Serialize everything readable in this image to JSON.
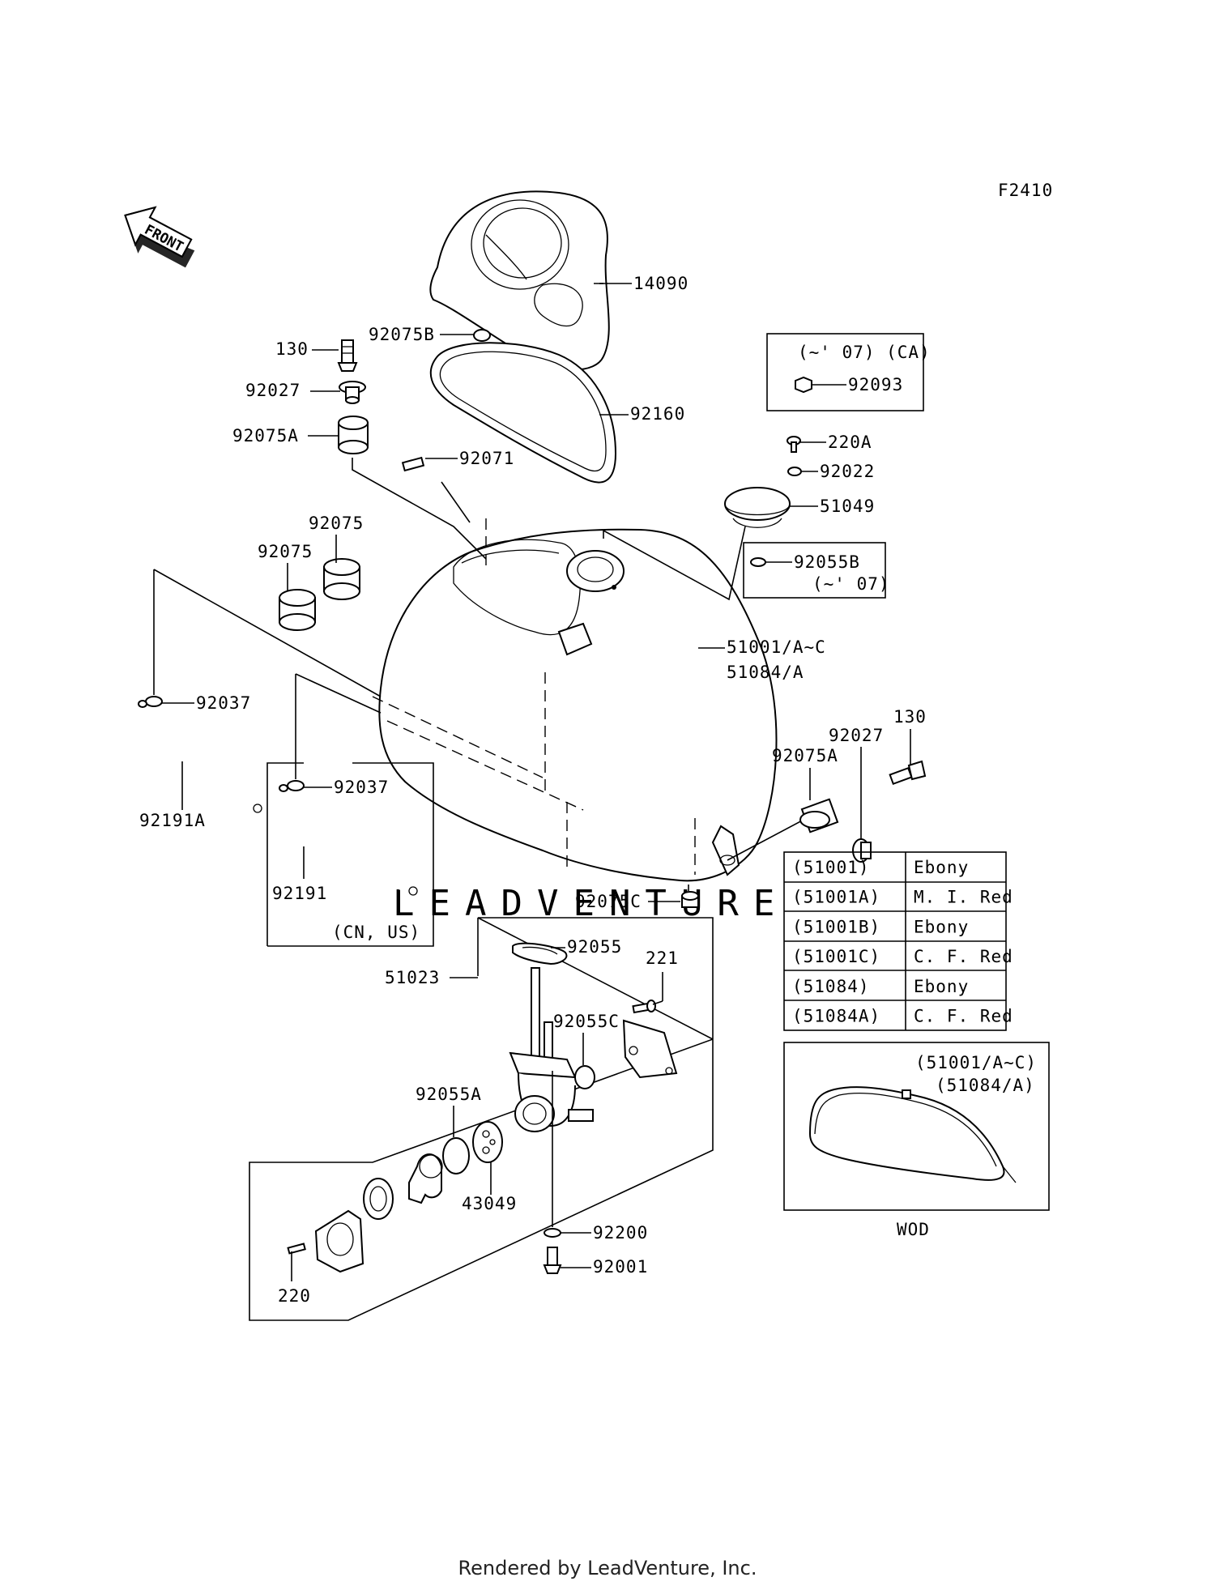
{
  "diagram_code": "F2410",
  "front_label": "FRONT",
  "labels": {
    "p14090": "14090",
    "p92075B": "92075B",
    "p130a": "130",
    "p92027a": "92027",
    "p92160": "92160",
    "p92075Aa": "92075A",
    "p92071": "92071",
    "p92075a": "92075",
    "p92075b": "92075",
    "p92037a": "92037",
    "p92191A": "92191A",
    "p92037b": "92037",
    "p92191": "92191",
    "cn_us": "(CN, US)",
    "ca_box_title": "(~' 07) (CA)",
    "p92093": "92093",
    "p220A": "220A",
    "p92022": "92022",
    "p51049": "51049",
    "p92055B": "92055B",
    "p92055B_note": "(~' 07)",
    "p51001": "51001/A~C",
    "p51084": "51084/A",
    "p130b": "130",
    "p92027b": "92027",
    "p92075Ab": "92075A",
    "p92075C": "92075C",
    "p51023": "51023",
    "p92055": "92055",
    "p221": "221",
    "p92055C": "92055C",
    "p92055A": "92055A",
    "p43049": "43049",
    "p92200": "92200",
    "p92001": "92001",
    "p220": "220",
    "wod": "WOD",
    "wod_line1": "(51001/A~C)",
    "wod_line2": "(51084/A)"
  },
  "color_table": [
    {
      "part": "(51001)",
      "color": "Ebony"
    },
    {
      "part": "(51001A)",
      "color": "M. I. Red"
    },
    {
      "part": "(51001B)",
      "color": "Ebony"
    },
    {
      "part": "(51001C)",
      "color": "C. F. Red"
    },
    {
      "part": "(51084)",
      "color": "Ebony"
    },
    {
      "part": "(51084A)",
      "color": "C. F. Red"
    }
  ],
  "watermark": "LEADVENTURE",
  "footer": "Rendered by LeadVenture, Inc."
}
